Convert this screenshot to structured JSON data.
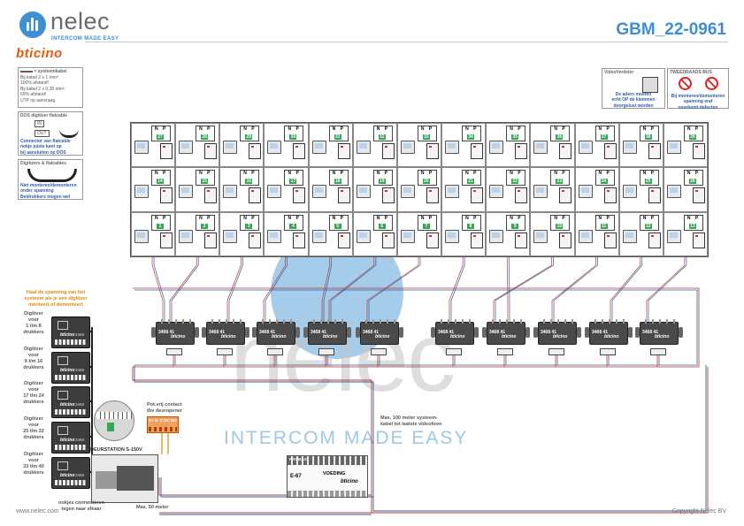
{
  "header": {
    "brand": "nelec",
    "tagline": "INTERCOM MADE EASY",
    "partner": "bticino",
    "doc_id": "GBM_22-0961"
  },
  "legend": {
    "cable": {
      "title": "= systeemkabel",
      "lines": [
        "Bij kabel 2 x 1 mm²:",
        "100% afstand!",
        "Bij kabel 2 x 0,28 mm²:",
        "60% afstand!",
        "UTP op aanvraag."
      ]
    },
    "flatcable": {
      "title": "DOS digitizer flatcable",
      "in": "IN",
      "out": "OUT",
      "lines": [
        "Connector van flatcable",
        "nokje juiste kant op",
        "bij aansluiten op DOS"
      ]
    },
    "digitizers": {
      "title": "Digitizers & flatcables",
      "lines": [
        "Niet monteren/demonteren",
        "onder spanning",
        "Beldrukkers mogen wel"
      ]
    },
    "videoverdeler": {
      "title": "VideoVerdeler",
      "lines": [
        "De adern moeten",
        "echt OP de klemmen",
        "doorgelust worden"
      ]
    },
    "bus": {
      "title": "TWEEDRAADS BUS",
      "lines": [
        "Bij monteren/demonteren",
        "spanning eraf",
        "voorkomt defecten"
      ]
    }
  },
  "grid": {
    "columns": 13,
    "rows": 3,
    "np_labels": [
      "N",
      "P"
    ],
    "numbers": [
      [
        "27",
        "28",
        "29",
        "30",
        "31",
        "32",
        "33",
        "34",
        "35",
        "36",
        "37",
        "38",
        "39"
      ],
      [
        "14",
        "15",
        "16",
        "17",
        "18",
        "19",
        "20",
        "21",
        "22",
        "23",
        "24",
        "25",
        "26"
      ],
      [
        "1",
        "2",
        "3",
        "4",
        "5",
        "6",
        "7",
        "8",
        "9",
        "10",
        "11",
        "12",
        "13"
      ]
    ]
  },
  "distributors": {
    "label": "3468 41",
    "brand": "bticino",
    "count": 10
  },
  "left": {
    "warning": [
      "Haal de spanning van het",
      "systeem als je een digitizer",
      "monteert of demonteert"
    ],
    "digitizers": [
      [
        "Digitizer",
        "voor",
        "1 t/m 8",
        "drukkers"
      ],
      [
        "Digitizer",
        "voor",
        "9 t/m 16",
        "drukkers"
      ],
      [
        "Digitizer",
        "voor",
        "17 t/m 24",
        "drukkers"
      ],
      [
        "Digitizer",
        "voor",
        "25 t/m 32",
        "drukkers"
      ],
      [
        "Digitizer",
        "voor",
        "33 t/m 40",
        "drukkers"
      ]
    ],
    "digitizer_brand": "bticino",
    "digitizer_code": "3469",
    "nokjes": [
      "nokjes connectoren",
      "tegen naar elkaar"
    ]
  },
  "door_station": {
    "title": "DEURSTATION S-150V",
    "max_label": "Max. 50 meter"
  },
  "pot_contact": {
    "lines": [
      "Pot.vrij contact",
      "tbv deuropener"
    ],
    "strip": "S+  S-  C  NC  NO"
  },
  "power_supply": {
    "code": "E-67",
    "label": "VOEDING",
    "brand": "bticino",
    "top": "PROMAX"
  },
  "notes": {
    "max_system": [
      "Max. 100 meter systeem-",
      "kabel tot laatste videofoon"
    ]
  },
  "watermark": {
    "brand": "nelec",
    "tagline": "INTERCOM MADE EASY"
  },
  "footer": {
    "left": "www.nelec.com",
    "right": "Copyright Nelec BV"
  },
  "colors": {
    "accent": "#3d8fd1",
    "bticino": "#e85a0c",
    "wire_red": "#c0392b",
    "wire_blue": "#2b5fa8",
    "np_green": "#35a853"
  }
}
